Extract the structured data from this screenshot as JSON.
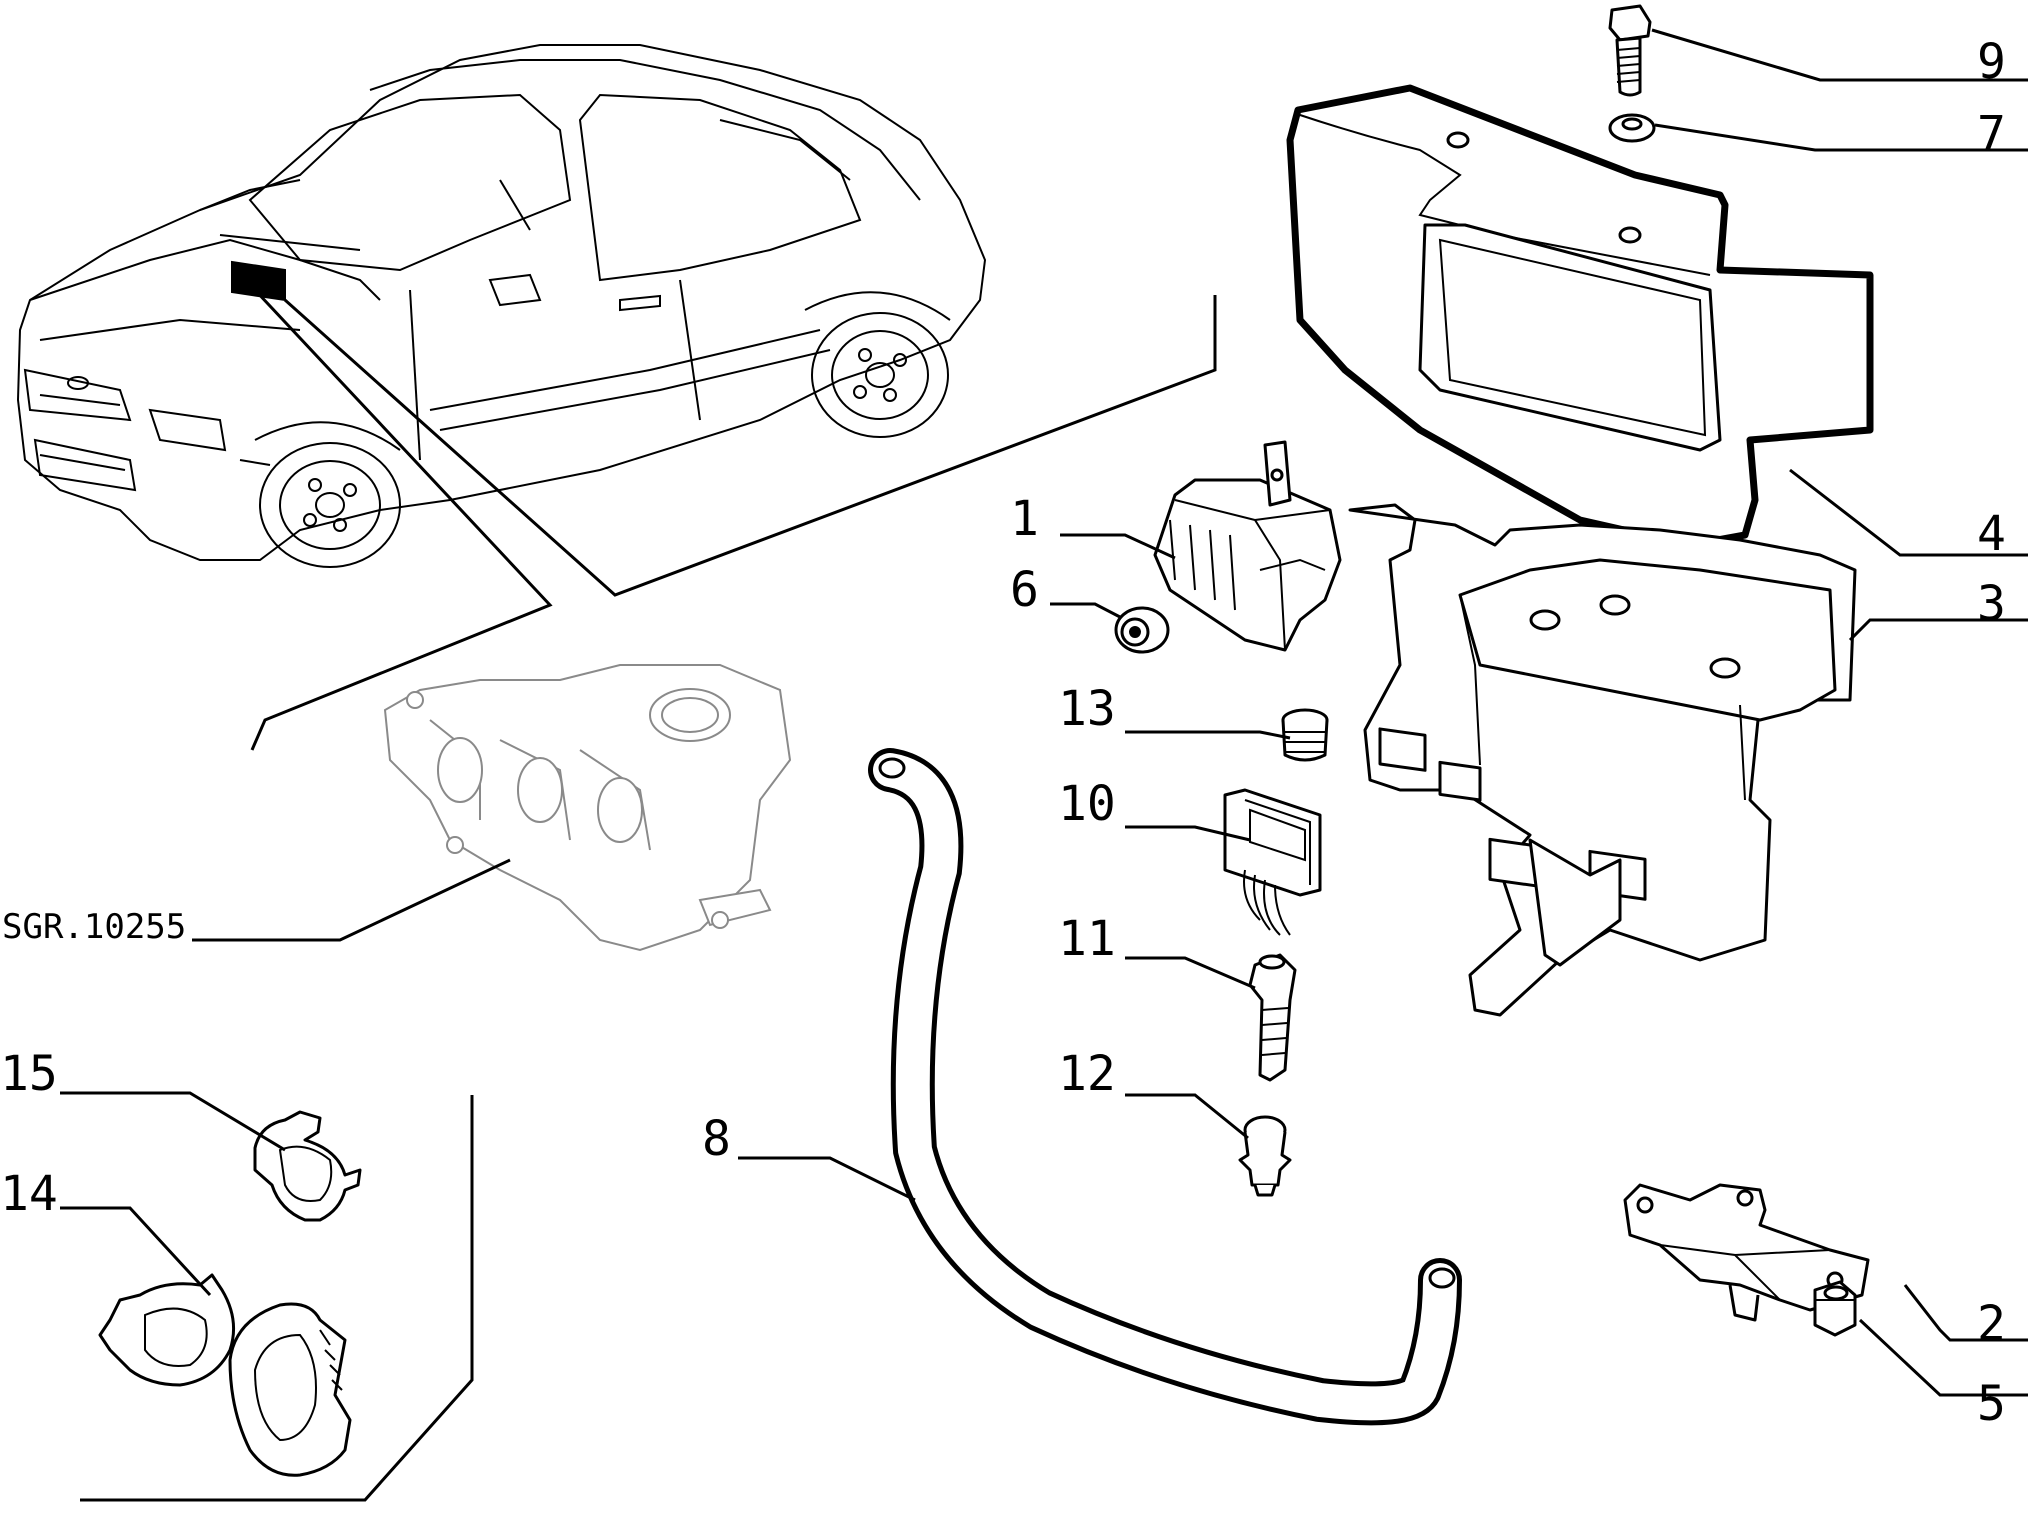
{
  "diagram": {
    "drawing_code": "SGR.10255",
    "callouts": [
      {
        "id": "c1",
        "label": "1",
        "part": "relay"
      },
      {
        "id": "c2",
        "label": "2",
        "part": "mounting-plate"
      },
      {
        "id": "c3",
        "label": "3",
        "part": "control-unit-bracket"
      },
      {
        "id": "c4",
        "label": "4",
        "part": "cover"
      },
      {
        "id": "c5",
        "label": "5",
        "part": "nut"
      },
      {
        "id": "c6",
        "label": "6",
        "part": "grommet"
      },
      {
        "id": "c7",
        "label": "7",
        "part": "washer"
      },
      {
        "id": "c8",
        "label": "8",
        "part": "vacuum-hose"
      },
      {
        "id": "c9",
        "label": "9",
        "part": "bolt"
      },
      {
        "id": "c10",
        "label": "10",
        "part": "connector"
      },
      {
        "id": "c11",
        "label": "11",
        "part": "terminal"
      },
      {
        "id": "c12",
        "label": "12",
        "part": "fastener"
      },
      {
        "id": "c13",
        "label": "13",
        "part": "plug"
      },
      {
        "id": "c14",
        "label": "14",
        "part": "double-clamp"
      },
      {
        "id": "c15",
        "label": "15",
        "part": "clip"
      }
    ]
  }
}
